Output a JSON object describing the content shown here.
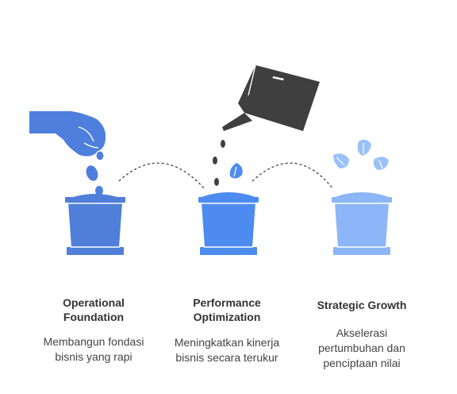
{
  "colors": {
    "pot_1": "#4F7FD8",
    "pot_2": "#4D8BF0",
    "pot_3": "#8DB6F8",
    "hand": "#4E7FDC",
    "watering_can": "#3F3F3F",
    "leaf_3": "#9BC1FA",
    "arc": "#333333"
  },
  "icons": [
    "hand-icon",
    "seed-icon",
    "watering-can-icon",
    "water-drop-icon",
    "sprout-leaf-icon",
    "pot-icon"
  ],
  "stages": [
    {
      "title": "Operational Foundation",
      "desc": "Membangun fondasi bisnis yang rapi"
    },
    {
      "title": "Performance Optimization",
      "desc": "Meningkatkan kinerja bisnis secara terukur"
    },
    {
      "title": "Strategic Growth",
      "desc": "Akselerasi pertumbuhan dan penciptaan nilai"
    }
  ]
}
